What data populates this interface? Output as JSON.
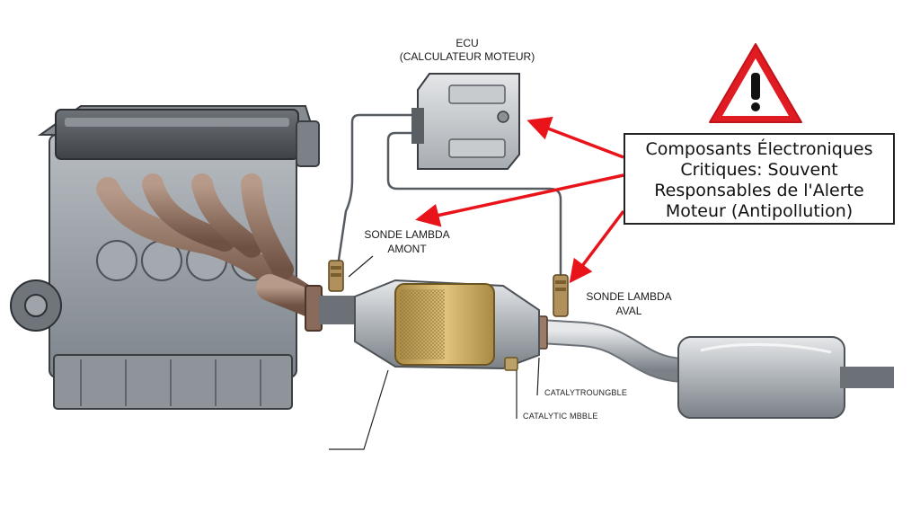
{
  "labels": {
    "ecu_title": "ECU",
    "ecu_subtitle": "(CALCULATEUR MOTEUR)",
    "upstream_line1": "SONDE LAMBDA",
    "upstream_line2": "AMONT",
    "downstream_line1": "SONDE LAMBDA",
    "downstream_line2": "AVAL",
    "catalyst_label_1": "CATALYTROUNGBLE",
    "catalyst_label_2": "CATALYTIC MBBLE"
  },
  "callout": {
    "lines": [
      "Composants Électroniques",
      "Critiques: Souvent",
      "Responsables de l'Alerte",
      "Moteur (Antipollution)"
    ]
  },
  "icons": {
    "warning": "warning-triangle-icon"
  },
  "colors": {
    "arrow": "#e8141a",
    "warning_border": "#e01b22",
    "manifold": "#8a6a5a",
    "catalyst_core": "#c9a55a",
    "engine": "#9aa0a6"
  }
}
